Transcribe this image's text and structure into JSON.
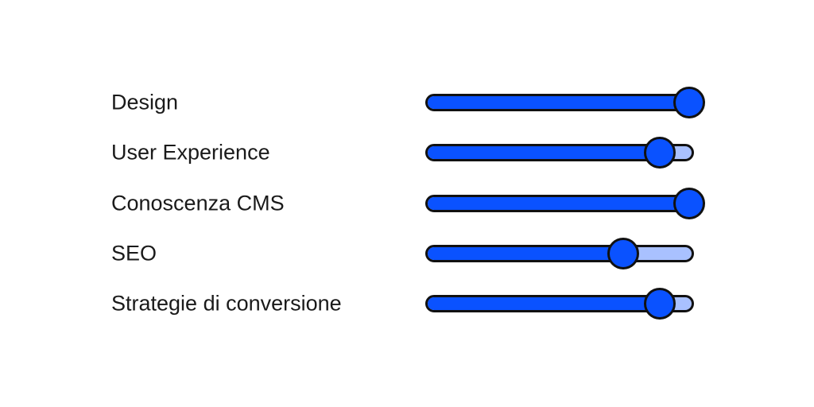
{
  "colors": {
    "fill": "#0a52ff",
    "track": "#a9c1ff",
    "border": "#111111",
    "text": "#1a1a1a"
  },
  "skills": [
    {
      "label": "Design",
      "value": 100
    },
    {
      "label": "User Experience",
      "value": 89
    },
    {
      "label": "Conoscenza CMS",
      "value": 100
    },
    {
      "label": "SEO",
      "value": 75
    },
    {
      "label": "Strategie di conversione",
      "value": 89
    }
  ]
}
